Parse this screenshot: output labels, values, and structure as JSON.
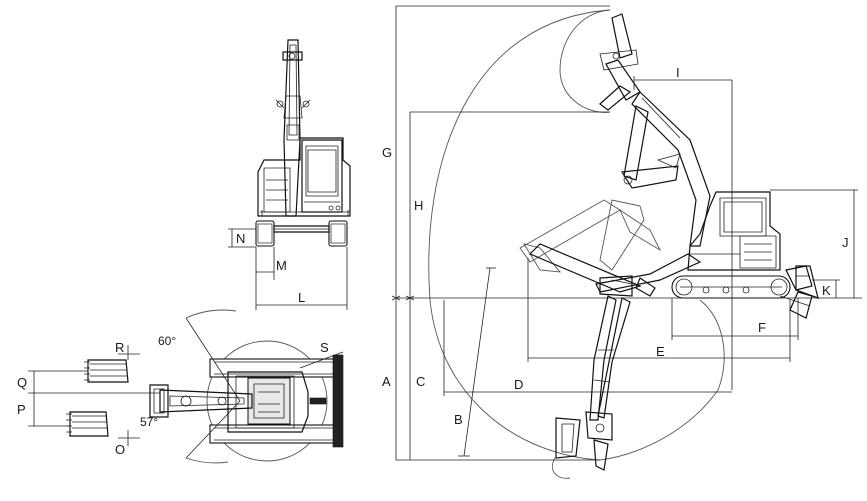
{
  "labels": {
    "A": "A",
    "B": "B",
    "C": "C",
    "D": "D",
    "E": "E",
    "F": "F",
    "G": "G",
    "H": "H",
    "I": "I",
    "J": "J",
    "K": "K",
    "L": "L",
    "M": "M",
    "N": "N",
    "O": "O",
    "P": "P",
    "Q": "Q",
    "R": "R",
    "S": "S"
  },
  "angles": {
    "left_swing": "60°",
    "right_swing": "57°"
  }
}
